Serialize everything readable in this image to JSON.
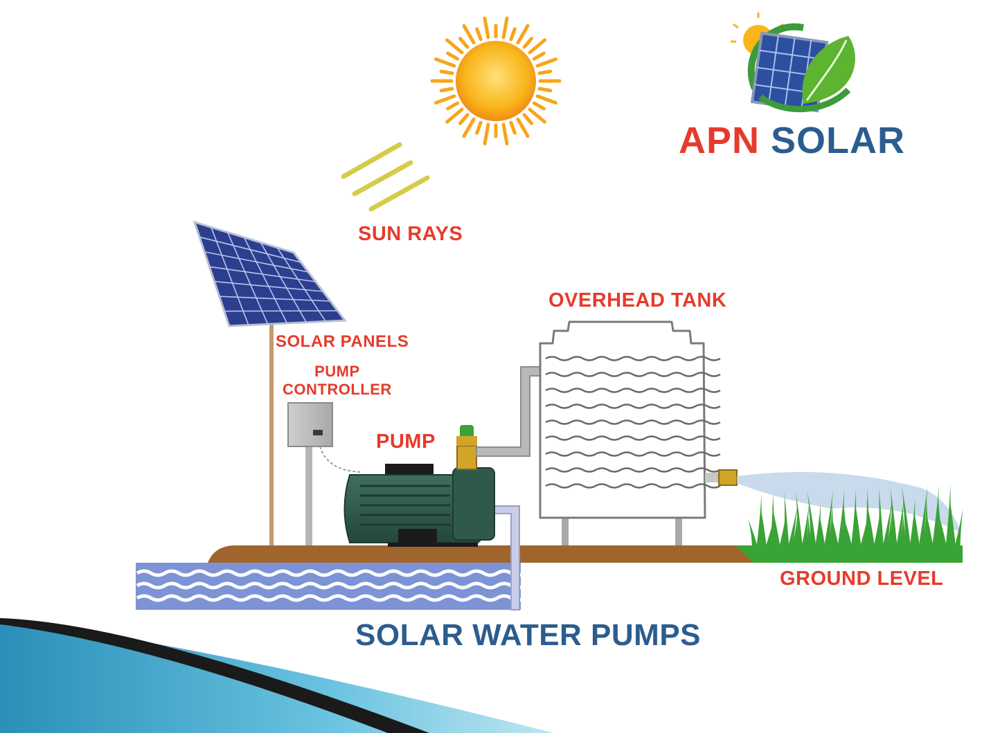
{
  "diagram": {
    "title": "SOLAR WATER PUMPS",
    "labels": {
      "sun_rays": "SUN RAYS",
      "overhead_tank": "OVERHEAD TANK",
      "solar_panels": "SOLAR PANELS",
      "pump_controller_line1": "PUMP",
      "pump_controller_line2": "CONTROLLER",
      "pump": "PUMP",
      "ground_level": "GROUND LEVEL"
    }
  },
  "logo": {
    "brand_part1": "APN",
    "brand_part2": "SOLAR"
  },
  "colors": {
    "label_red": "#e53b2c",
    "title_blue": "#2b5d8e",
    "sun_yellow": "#f9b51a",
    "panel_blue": "#2d3e8f",
    "ground_brown": "#a0652c",
    "water_blue": "#7d93d6",
    "grass_green": "#3aa335",
    "pump_green": "#2f5a4a"
  }
}
